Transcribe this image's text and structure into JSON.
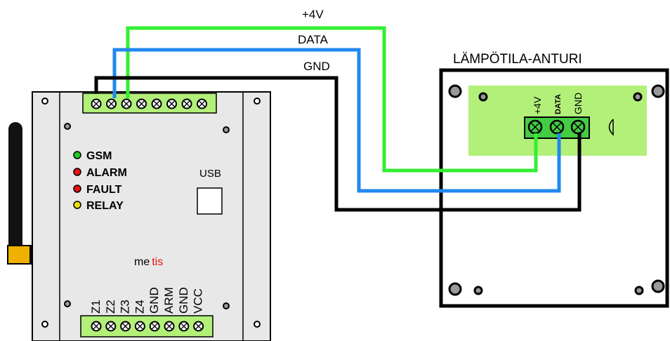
{
  "sensor": {
    "title": "LÄMPÖTILA-ANTURI",
    "pins": [
      "+4V",
      "DATA",
      "GND"
    ]
  },
  "wires": [
    {
      "label": "+4V",
      "color": "#33ee33"
    },
    {
      "label": "DATA",
      "color": "#2288ee"
    },
    {
      "label": "GND",
      "color": "#000000"
    }
  ],
  "module": {
    "leds": [
      {
        "label": "GSM",
        "color": "#22cc22"
      },
      {
        "label": "ALARM",
        "color": "#ee1111"
      },
      {
        "label": "FAULT",
        "color": "#ee1111"
      },
      {
        "label": "RELAY",
        "color": "#eedd11"
      }
    ],
    "usb_label": "USB",
    "brand_part1": "me",
    "brand_part2": "tis",
    "brand_color": "#ee1111",
    "bottom_pins": [
      "Z1",
      "Z2",
      "Z3",
      "Z4",
      "GND",
      "ARM",
      "GND",
      "VCC"
    ]
  },
  "antenna": {
    "color": "#f0b000"
  }
}
